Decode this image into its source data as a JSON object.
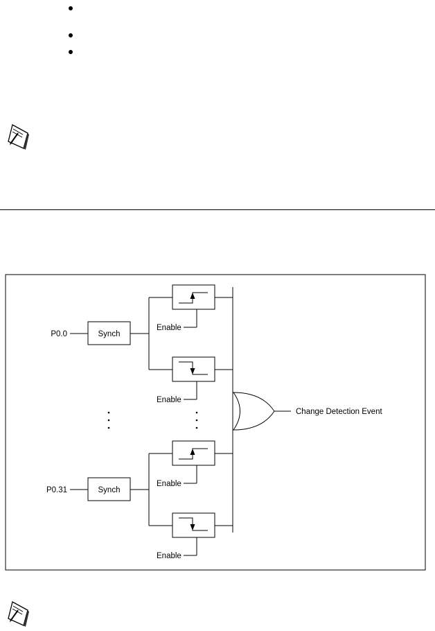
{
  "icons": [
    "note-icon",
    "note-icon"
  ],
  "figure": {
    "inputs": [
      "P0.0",
      "P0.31"
    ],
    "synch_label": "Synch",
    "enable_label": "Enable",
    "output_label": "Change Detection Event"
  }
}
